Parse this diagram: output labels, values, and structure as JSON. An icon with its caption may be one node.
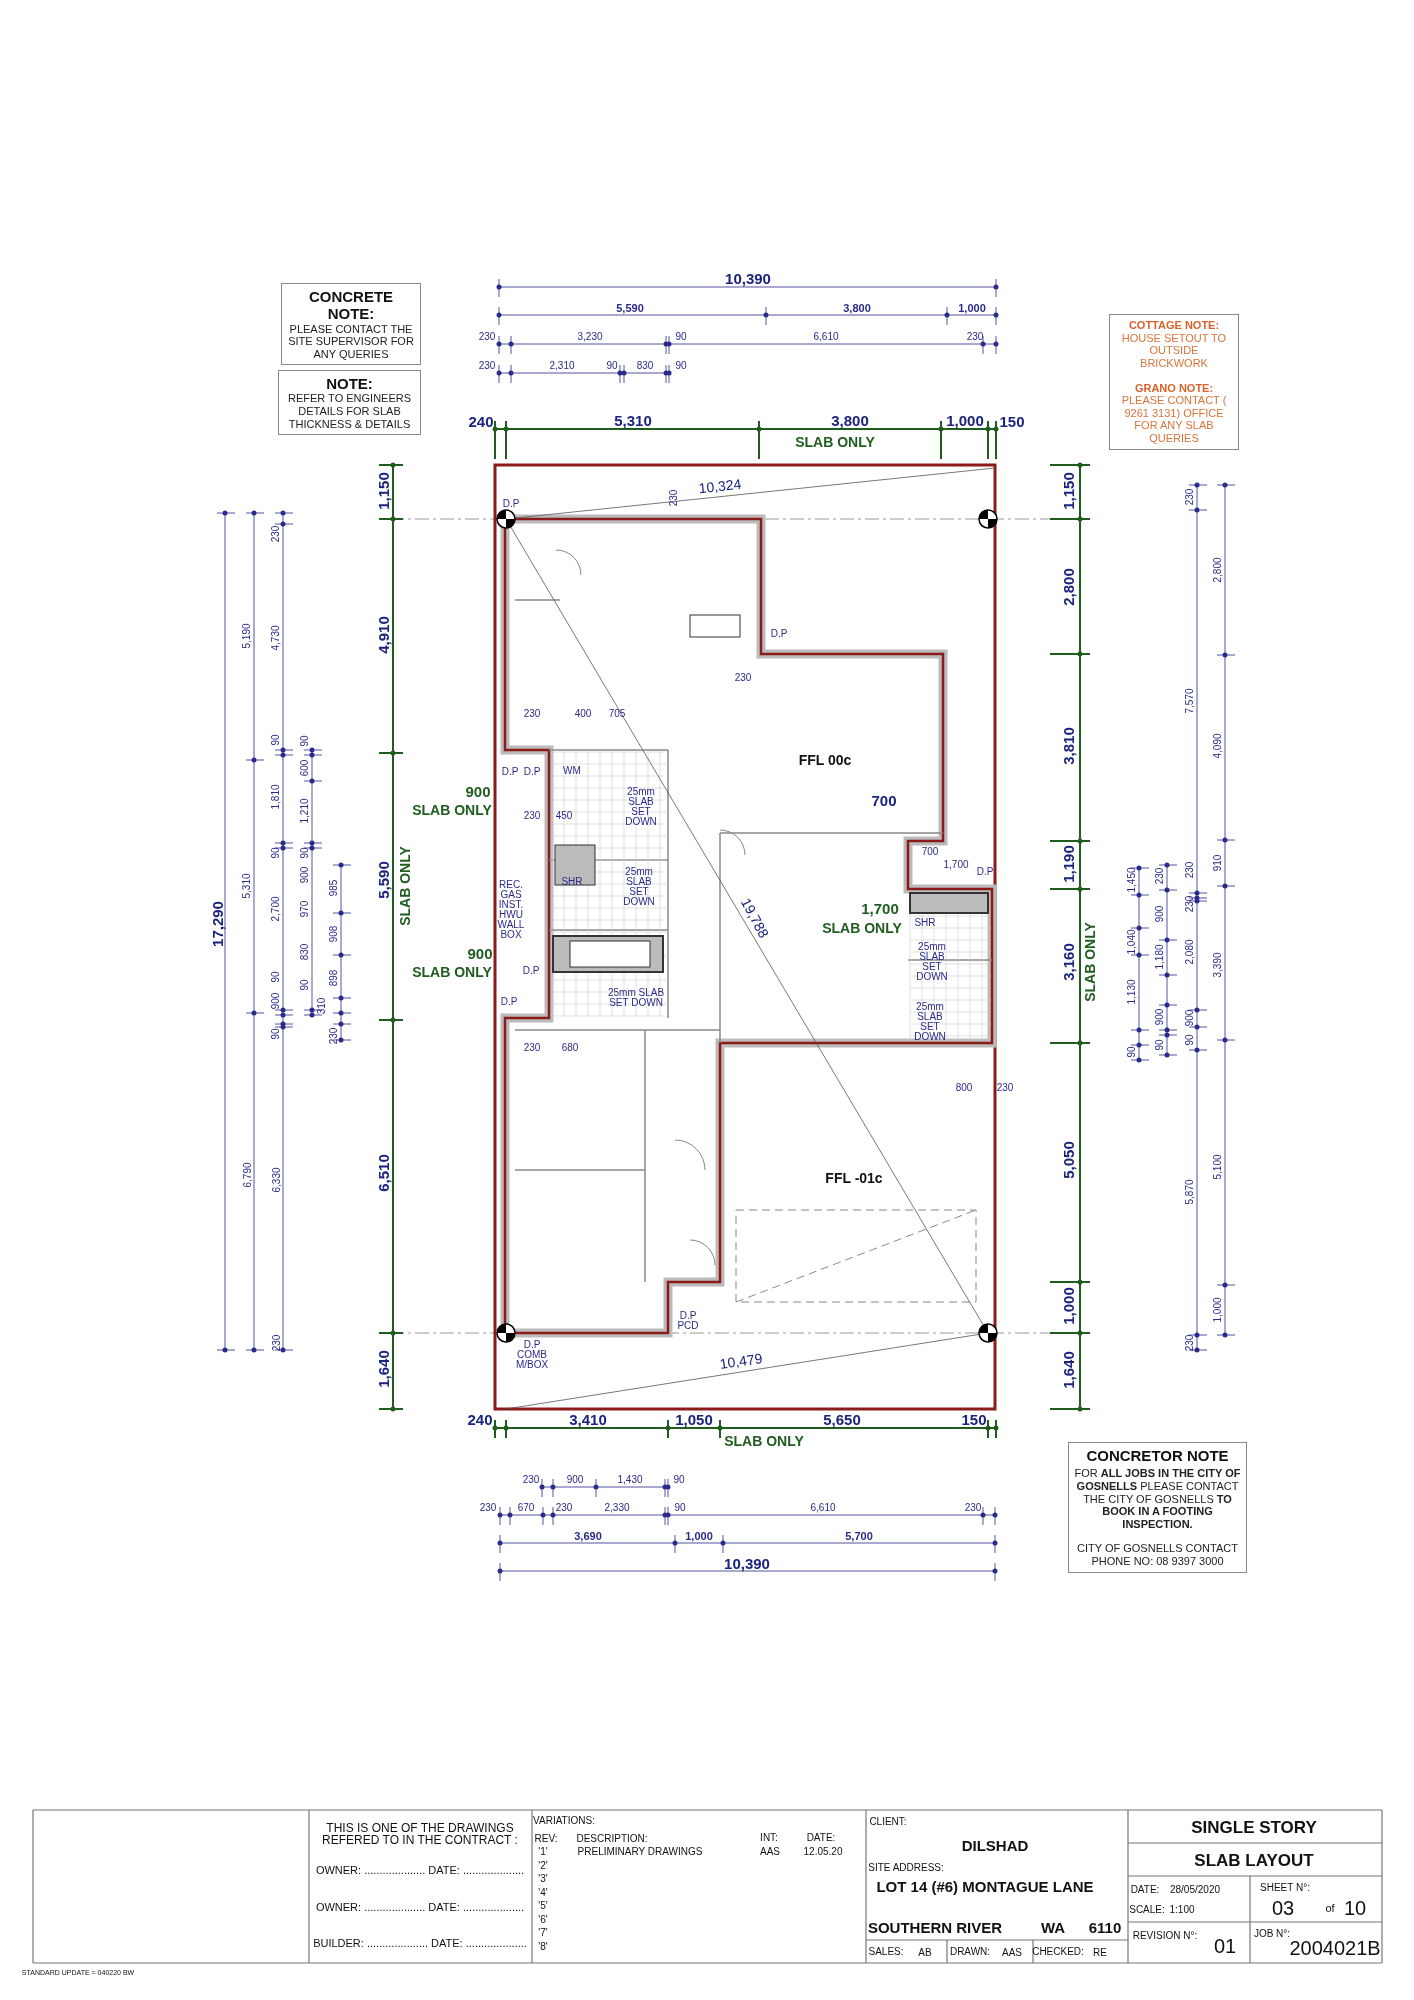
{
  "diagram": {
    "nodes": [
      {
        "text": [
          "CONCRETE NOTE:",
          "PLEASE CONTACT THE SITE SUPERVISOR FOR ANY QUERIES"
        ]
      },
      {
        "text": [
          "NOTE:",
          "REFER TO ENGINEERS DETAILS FOR SLAB THICKNESS & DETAILS"
        ]
      },
      {
        "text": [
          "COTTAGE NOTE:",
          "HOUSE SETOUT TO OUTSIDE BRICKWORK",
          "GRANO NOTE:",
          "PLEASE CONTACT ( 9261 3131) OFFICE FOR ANY SLAB QUERIES"
        ]
      },
      {
        "text": [
          "CONCRETOR NOTE",
          "FOR **ALL JOBS IN THE CITY OF GOSNELLS** PLEASE CONTACT THE CITY OF GOSNELLS **TO BOOK IN A FOOTING INSPECTION.**",
          "CITY OF GOSNELLS CONTACT PHONE NO: 08 9397 3000"
        ]
      }
    ],
    "labels": [
      "10,390",
      "5,590",
      "3,800",
      "1,000",
      "230",
      "3,230",
      "90",
      "6,610",
      "230",
      "230",
      "2,310",
      "90",
      "830",
      "90",
      "240",
      "5,310",
      "3,800",
      "1,000",
      "150",
      "SLAB ONLY",
      "17,290",
      "5,190",
      "5,310",
      "6,790",
      "230",
      "4,730",
      "90",
      "1,810",
      "90",
      "2,700",
      "90",
      "900",
      "90",
      "6,330",
      "230",
      "90",
      "600",
      "1,210",
      "90",
      "900",
      "970",
      "830",
      "90",
      "985",
      "908",
      "898",
      "310",
      "230",
      "1,150",
      "4,910",
      "5,590",
      "SLAB ONLY",
      "6,510",
      "1,640",
      "1,150",
      "2,800",
      "3,810",
      "1,190",
      "3,160",
      "SLAB ONLY",
      "5,050",
      "1,000",
      "1,640",
      "230",
      "7,570",
      "230",
      "230",
      "2,080",
      "900",
      "90",
      "5,870",
      "230",
      "2,800",
      "4,090",
      "910",
      "3,390",
      "5,100",
      "1,000",
      "230",
      "900",
      "1,180",
      "900",
      "90",
      "1,450",
      "1,040",
      "1,130",
      "90",
      "D.P",
      "10,324",
      "230",
      "D.P",
      "230",
      "230",
      "400",
      "705",
      "FFL 00c",
      "D.P",
      "D.P",
      "WM",
      "900",
      "SLAB ONLY",
      "25mm SLAB SET DOWN",
      "230",
      "450",
      "700",
      "700",
      "1,700",
      "D.P",
      "SHR",
      "25mm SLAB SET DOWN",
      "REC. GAS INST. HWU WALL BOX",
      "1,700",
      "SLAB ONLY",
      "SHR",
      "19,788",
      "25mm SLAB SET DOWN",
      "900",
      "SLAB ONLY",
      "D.P",
      "25mm SLAB SET DOWN",
      "D.P",
      "25mm SLAB SET DOWN",
      "230",
      "680",
      "800",
      "230",
      "FFL -01c",
      "D.P PCD",
      "D.P COMB M/BOX",
      "10,479",
      "240",
      "3,410",
      "1,050",
      "5,650",
      "150",
      "SLAB ONLY",
      "230",
      "900",
      "1,430",
      "90",
      "230",
      "670",
      "230",
      "2,330",
      "90",
      "6,610",
      "230",
      "3,690",
      "1,000",
      "5,700",
      "10,390",
      "THIS IS ONE OF THE DRAWINGS REFERED TO IN THE CONTRACT :",
      "OWNER: .................... DATE: ....................",
      "OWNER: .................... DATE: ....................",
      "BUILDER: .................... DATE: ....................",
      "VARIATIONS:",
      "REV:",
      "DESCRIPTION:",
      "INT:",
      "DATE:",
      "'1'",
      "PRELIMINARY DRAWINGS",
      "AAS",
      "12.05.20",
      "'2'",
      "'3'",
      "'4'",
      "'5'",
      "'6'",
      "'7'",
      "'8'",
      "CLIENT:",
      "DILSHAD",
      "SITE ADDRESS:",
      "LOT 14 (#6) MONTAGUE LANE",
      "SOUTHERN RIVER",
      "WA",
      "6110",
      "SALES:",
      "AB",
      "DRAWN:",
      "AAS",
      "CHECKED:",
      "RE",
      "SINGLE STORY",
      "SLAB LAYOUT",
      "DATE:",
      "28/05/2020",
      "SCALE:",
      "1:100",
      "SHEET N°:",
      "03",
      "of",
      "10",
      "REVISION N°:",
      "01",
      "JOB N°:",
      "2004021B",
      "STANDARD UPDATE = 040220 BW"
    ]
  }
}
